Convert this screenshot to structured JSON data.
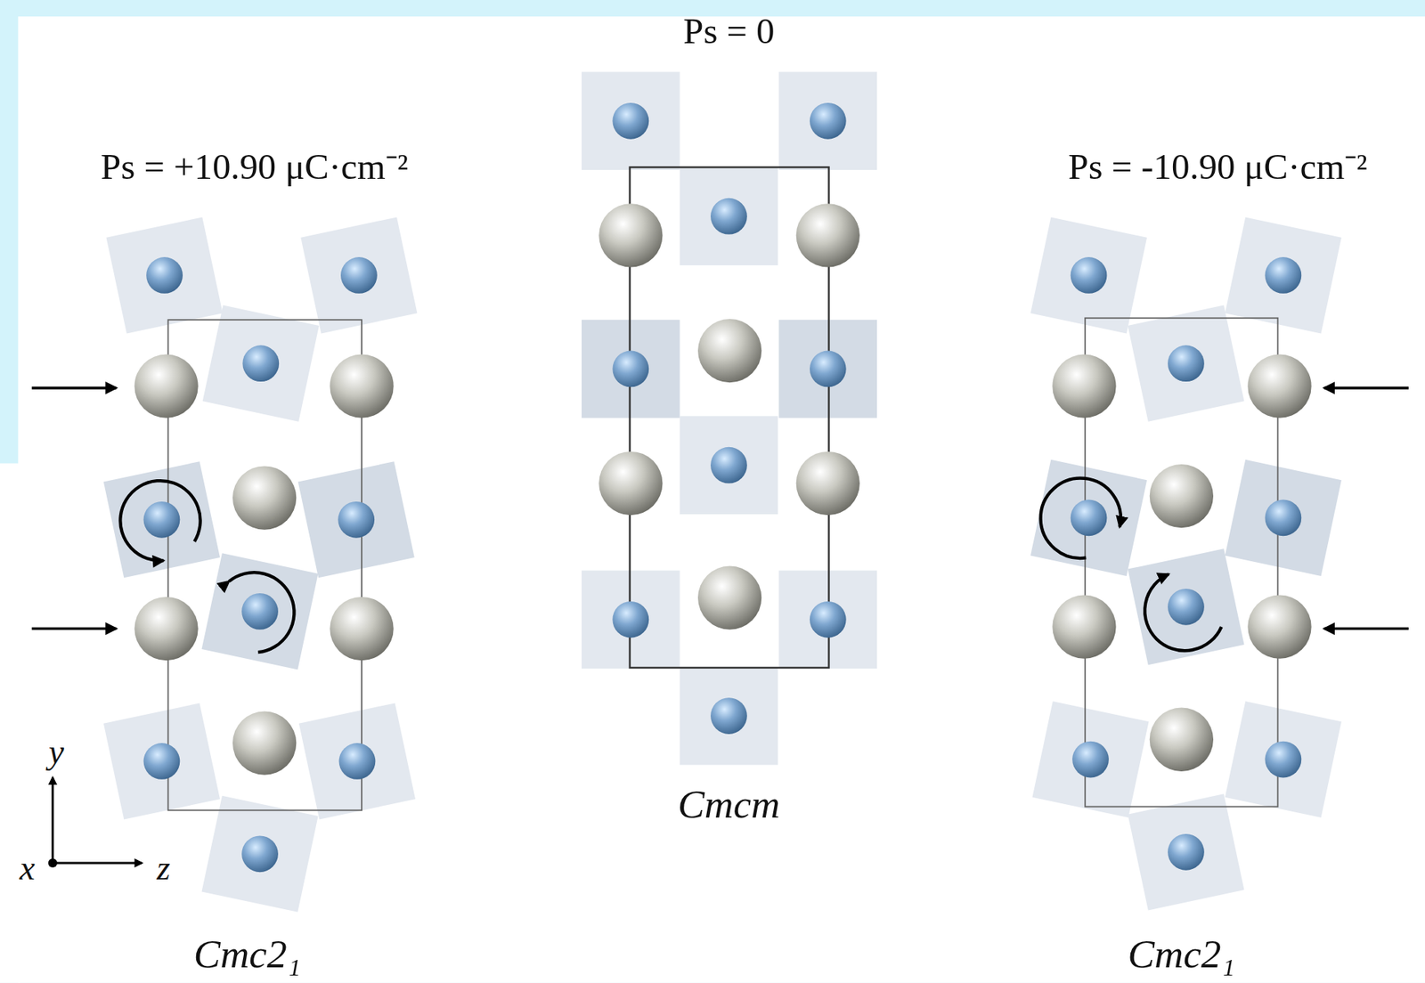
{
  "diagram": {
    "labels": [
      "Ps = 0",
      "Ps = +10.90 μC·cm⁻²",
      "Ps = -10.90 μC·cm⁻²",
      "Cmcm",
      "Cmc2₁",
      "Cmc2₁",
      "y",
      "x",
      "z"
    ]
  }
}
